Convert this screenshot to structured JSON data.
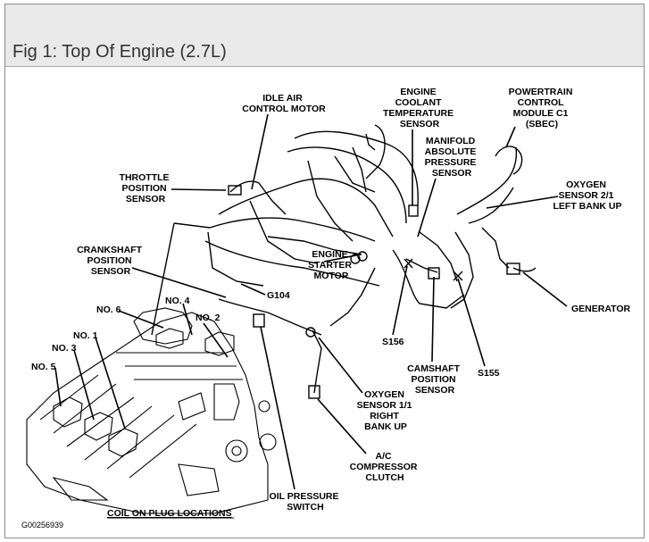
{
  "figure": {
    "title": "Fig 1: Top Of Engine (2.7L)",
    "document_id": "G00256939"
  },
  "labels": {
    "idle_air_control_motor": [
      "IDLE AIR",
      "CONTROL MOTOR"
    ],
    "throttle_position_sensor": [
      "THROTTLE",
      "POSITION",
      "SENSOR"
    ],
    "engine_coolant_temperature_sensor": [
      "ENGINE",
      "COOLANT",
      "TEMPERATURE",
      "SENSOR"
    ],
    "manifold_absolute_pressure_sensor": [
      "MANIFOLD",
      "ABSOLUTE",
      "PRESSURE",
      "SENSOR"
    ],
    "powertrain_control_module": [
      "POWERTRAIN",
      "CONTROL",
      "MODULE C1",
      "(SBEC)"
    ],
    "oxygen_sensor_2_1": [
      "OXYGEN",
      "SENSOR 2/1",
      "LEFT BANK UP"
    ],
    "crankshaft_position_sensor": [
      "CRANKSHAFT",
      "POSITION",
      "SENSOR"
    ],
    "g104": "G104",
    "engine_starter_motor": [
      "ENGINE",
      "STARTER",
      "MOTOR"
    ],
    "generator": "GENERATOR",
    "no6": "NO. 6",
    "no4": "NO. 4",
    "no1": "NO. 1",
    "no2": "NO. 2",
    "no3": "NO. 3",
    "no5": "NO. 5",
    "s156": "S156",
    "s155": "S155",
    "camshaft_position_sensor": [
      "CAMSHAFT",
      "POSITION",
      "SENSOR"
    ],
    "oxygen_sensor_1_1": [
      "OXYGEN",
      "SENSOR 1/1",
      "RIGHT",
      "BANK UP"
    ],
    "ac_compressor_clutch": [
      "A/C",
      "COMPRESSOR",
      "CLUTCH"
    ],
    "oil_pressure_switch": [
      "OIL PRESSURE",
      "SWITCH"
    ],
    "coil_on_plug_locations": "COIL ON PLUG LOCATIONS"
  }
}
